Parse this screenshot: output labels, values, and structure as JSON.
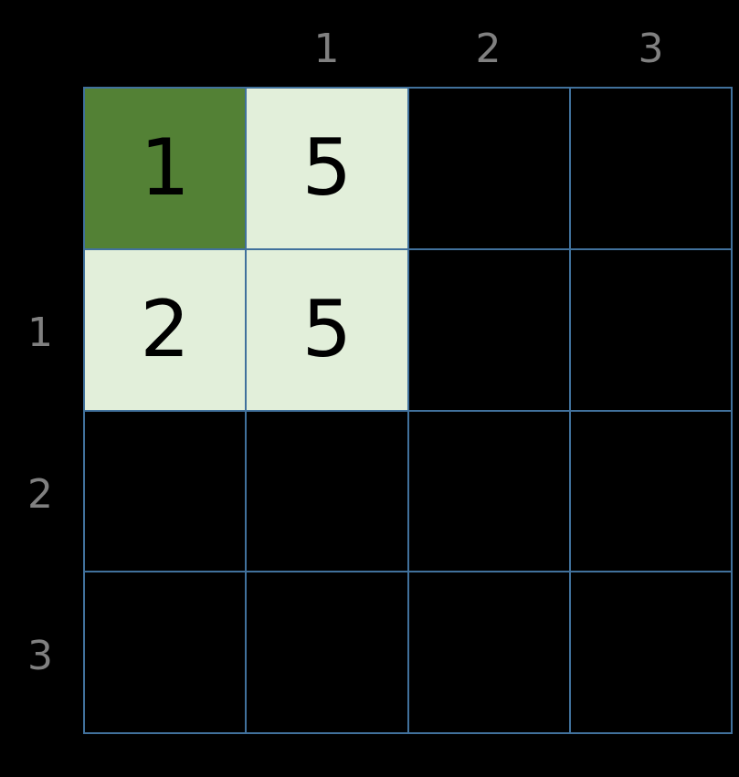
{
  "column_headers": [
    "1",
    "2",
    "3"
  ],
  "row_headers": [
    "1",
    "2",
    "3"
  ],
  "colors": {
    "start": "#538135",
    "filled": "#e2efda",
    "empty": "#000000",
    "border": "#41719c",
    "header_text": "#808080"
  },
  "grid": [
    [
      "1",
      "5",
      "",
      ""
    ],
    [
      "2",
      "5",
      "",
      ""
    ],
    [
      "",
      "",
      "",
      ""
    ],
    [
      "",
      "",
      "",
      ""
    ]
  ]
}
